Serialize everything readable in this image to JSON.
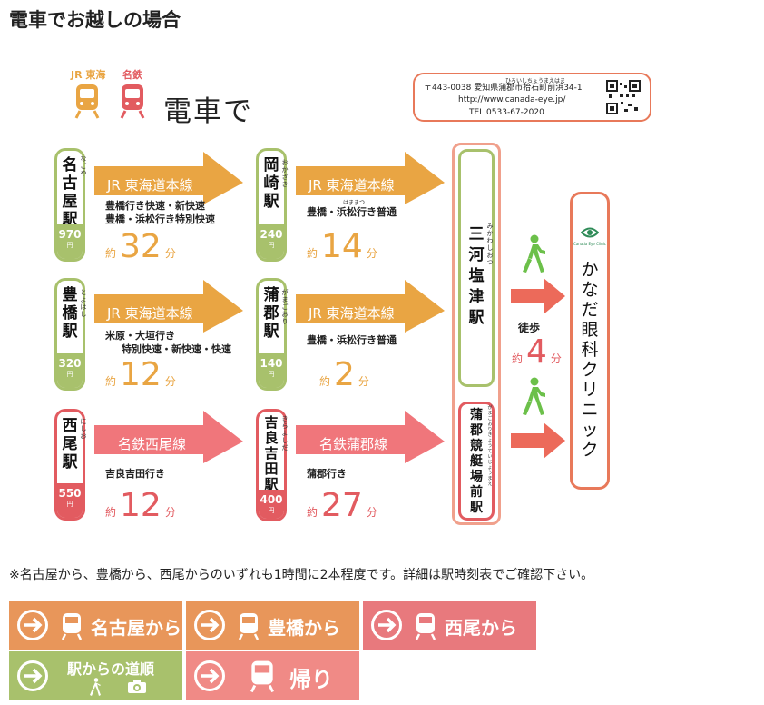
{
  "page_title": "電車でお越しの場合",
  "header": {
    "jr_label": "JR 東海",
    "meitetsu_label": "名鉄",
    "heading": "電車で",
    "colors": {
      "jr": "#e9a543",
      "meitetsu": "#e25b60"
    }
  },
  "address": {
    "line1": "〒443-0038 愛知県蒲郡市拾石町前浜34-1",
    "line1_ruby": "ひろいしちょうまえはま",
    "url": "http://www.canada-eye.jp/",
    "tel": "TEL 0533-67-2020"
  },
  "rows": [
    {
      "station": {
        "chars": [
          "名",
          "古",
          "屋",
          "駅"
        ],
        "ruby": "なごや",
        "fare": "970",
        "yen": "円",
        "color": "green"
      },
      "route1": {
        "line": "JR 東海道本線",
        "detail": [
          "豊橋行き快速・新快速",
          "豊橋・浜松行き特別快速"
        ],
        "yaku": "約",
        "minutes": "32",
        "fun": "分"
      },
      "mid_station": {
        "chars": [
          "岡",
          "崎",
          "駅"
        ],
        "ruby": "おかざき",
        "fare": "240",
        "yen": "円",
        "color": "green"
      },
      "route2": {
        "line": "JR 東海道本線",
        "detail": [
          "豊橋・浜松行き普通"
        ],
        "detail_ruby": "はままつ",
        "yaku": "約",
        "minutes": "14",
        "fun": "分"
      }
    },
    {
      "station": {
        "chars": [
          "豊",
          "橋",
          "駅"
        ],
        "ruby": "とよはし",
        "fare": "320",
        "yen": "円",
        "color": "green"
      },
      "route1": {
        "line": "JR 東海道本線",
        "detail": [
          "米原・大垣行き",
          "特別快速・新快速・快速"
        ],
        "yaku": "約",
        "minutes": "12",
        "fun": "分"
      },
      "mid_station": {
        "chars": [
          "蒲",
          "郡",
          "駅"
        ],
        "ruby": "がまごおり",
        "fare": "140",
        "yen": "円",
        "color": "green"
      },
      "route2": {
        "line": "JR 東海道本線",
        "detail": [
          "豊橋・浜松行き普通"
        ],
        "yaku": "約",
        "minutes": "2",
        "fun": "分"
      }
    },
    {
      "station": {
        "chars": [
          "西",
          "尾",
          "駅"
        ],
        "ruby": "にしお",
        "fare": "550",
        "yen": "円",
        "color": "red"
      },
      "route1": {
        "line": "名鉄西尾線",
        "detail": [
          "吉良吉田行き"
        ],
        "yaku": "約",
        "minutes": "12",
        "fun": "分"
      },
      "mid_station": {
        "chars": [
          "吉",
          "良",
          "吉",
          "田",
          "駅"
        ],
        "ruby": "きらよしだ",
        "fare": "400",
        "yen": "円",
        "color": "red"
      },
      "route2": {
        "line": "名鉄蒲郡線",
        "detail": [
          "蒲郡行き"
        ],
        "yaku": "約",
        "minutes": "27",
        "fun": "分"
      }
    }
  ],
  "destination_stations": {
    "jr": {
      "chars": [
        "三",
        "河",
        "塩",
        "津",
        "駅"
      ],
      "ruby": "みかわしおつ"
    },
    "meitetsu": {
      "chars": [
        "蒲",
        "郡",
        "競",
        "艇",
        "場",
        "前",
        "駅"
      ],
      "ruby": "がまごおりきょうていじょうまえ"
    }
  },
  "walk": {
    "label": "徒歩",
    "yaku": "約",
    "minutes": "4",
    "fun": "分"
  },
  "clinic": {
    "chars": [
      "か",
      "な",
      "だ",
      "眼",
      "科",
      "ク",
      "リ",
      "ニ",
      "ッ",
      "ク"
    ],
    "logo_text": "Canada Eye Clinic"
  },
  "note": "※名古屋から、豊橋から、西尾からのいずれも1時間に2本程度です。詳細は駅時刻表でご確認下さい。",
  "nav_buttons": [
    {
      "label": "名古屋から",
      "color": "#e8965a"
    },
    {
      "label": "豊橋から",
      "color": "#e8965a"
    },
    {
      "label": "西尾から",
      "color": "#e8797d"
    },
    {
      "label": "駅からの道順",
      "color": "#a8c16c"
    },
    {
      "label": "帰り",
      "color": "#f08a86"
    }
  ]
}
